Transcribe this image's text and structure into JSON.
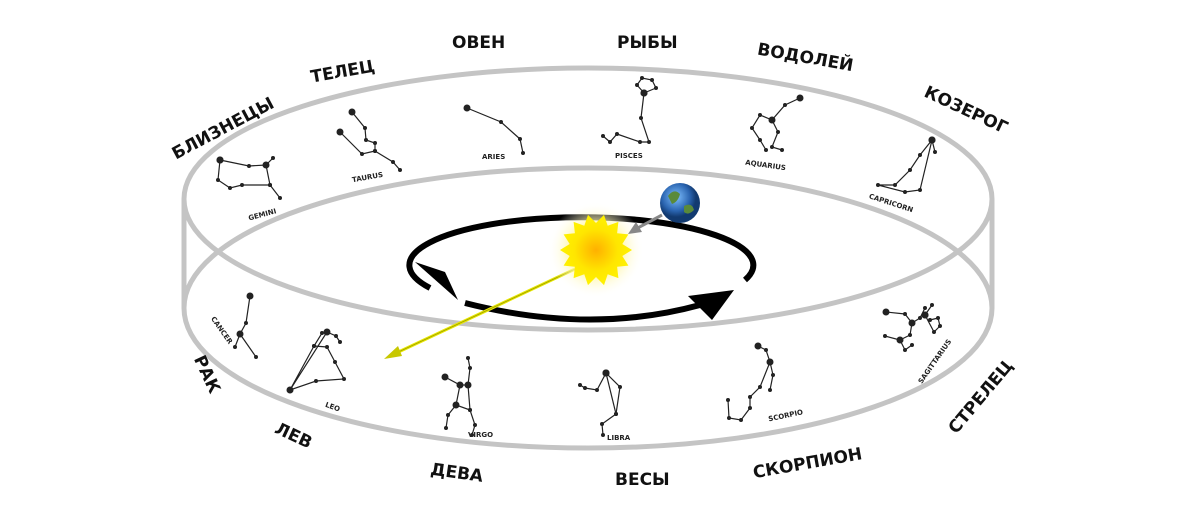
{
  "zodiac_ru": {
    "gemini": "БЛИЗНЕЦЫ",
    "taurus": "ТЕЛЕЦ",
    "aries": "ОВЕН",
    "pisces": "РЫБЫ",
    "aquarius": "ВОДОЛЕЙ",
    "capricorn": "КОЗЕРОГ",
    "cancer": "РАК",
    "leo": "ЛЕВ",
    "virgo": "ДЕВА",
    "libra": "ВЕСЫ",
    "scorpio": "СКОРПИОН",
    "sagittarius": "СТРЕЛЕЦ"
  },
  "constellations": {
    "gemini": "GEMINI",
    "taurus": "TAURUS",
    "aries": "ARIES",
    "pisces": "PISCES",
    "aquarius": "AQUARIUS",
    "capricorn": "CAPRICORN",
    "cancer": "CANCER",
    "leo": "LEO",
    "virgo": "VIRGO",
    "libra": "LIBRA",
    "scorpio": "SCORPIO",
    "sagittarius": "SAGITTARIUS"
  },
  "colors": {
    "band": "#c4c4c4",
    "orbit": "#000000",
    "sun": "#ffd800",
    "sun_ray": "#e8e800",
    "earth_arrow": "#888888"
  }
}
